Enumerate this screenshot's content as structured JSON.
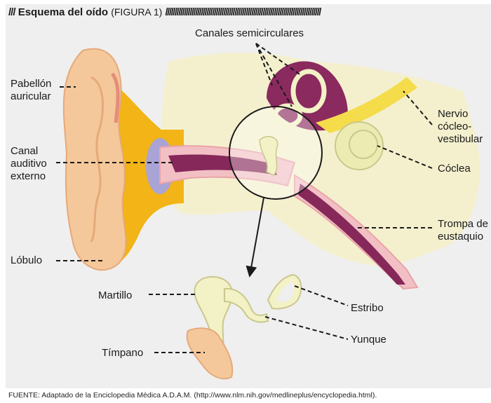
{
  "header": {
    "slashes": "///",
    "title": "Esquema del oído",
    "figure": "(FIGURA 1)",
    "tail_slashes": "///////////////////////////////////////////////////////////////////////////////////"
  },
  "labels": {
    "canales": "Canales semicirculares",
    "pabellon_1": "Pabellón",
    "pabellon_2": "auricular",
    "canal_1": "Canal",
    "canal_2": "auditivo",
    "canal_3": "externo",
    "nervio_1": "Nervio",
    "nervio_2": "cócleo-",
    "nervio_3": "vestibular",
    "coclea": "Cóclea",
    "trompa_1": "Trompa de",
    "trompa_2": "eustaquio",
    "lobulo": "Lóbulo",
    "martillo": "Martillo",
    "estribo": "Estribo",
    "yunque": "Yunque",
    "timpano": "Tímpano"
  },
  "source": "FUENTE: Adaptado de la Enciclopedia Médica A.D.A.M. (http://www.nlm.nih.gov/medlineplus/encyclopedia.html).",
  "colors": {
    "background": "#efefef",
    "skin": "#f4c89a",
    "skin_edge": "#e6a97a",
    "cartilage_yellow": "#f2b416",
    "bone_cream": "#f3f1c6",
    "canal_pink": "#f2c0c4",
    "canal_dark": "#86285a",
    "drum_lavender": "#a9a3d6",
    "cochlea_cream": "#ecebb2",
    "nerve_yellow": "#f4dc4a",
    "label_text": "#1a1a1a"
  }
}
